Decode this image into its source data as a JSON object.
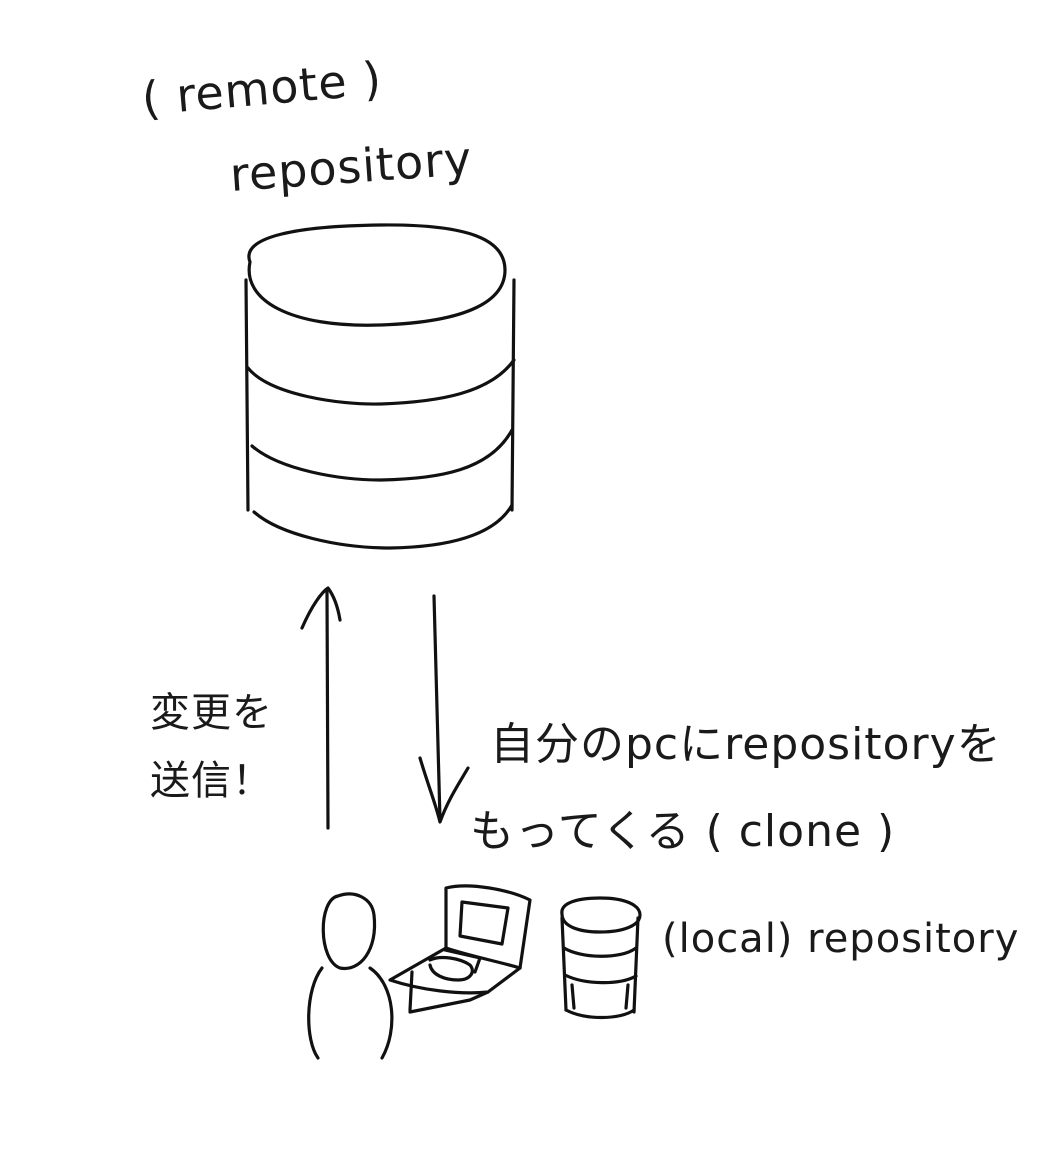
{
  "diagram": {
    "remote_repository": {
      "label_line1": "( remote )",
      "label_line2": "repository"
    },
    "push_arrow": {
      "label_line1": "変更を",
      "label_line2": "送信！"
    },
    "clone_arrow": {
      "label_line1": "自分のpcにrepositoryを",
      "label_line2": "もってくる ( clone )"
    },
    "local_repository": {
      "label": "(local) repository"
    },
    "user": {
      "icon": "person-with-laptop-icon"
    },
    "colors": {
      "ink": "#111111",
      "background": "#ffffff"
    }
  }
}
